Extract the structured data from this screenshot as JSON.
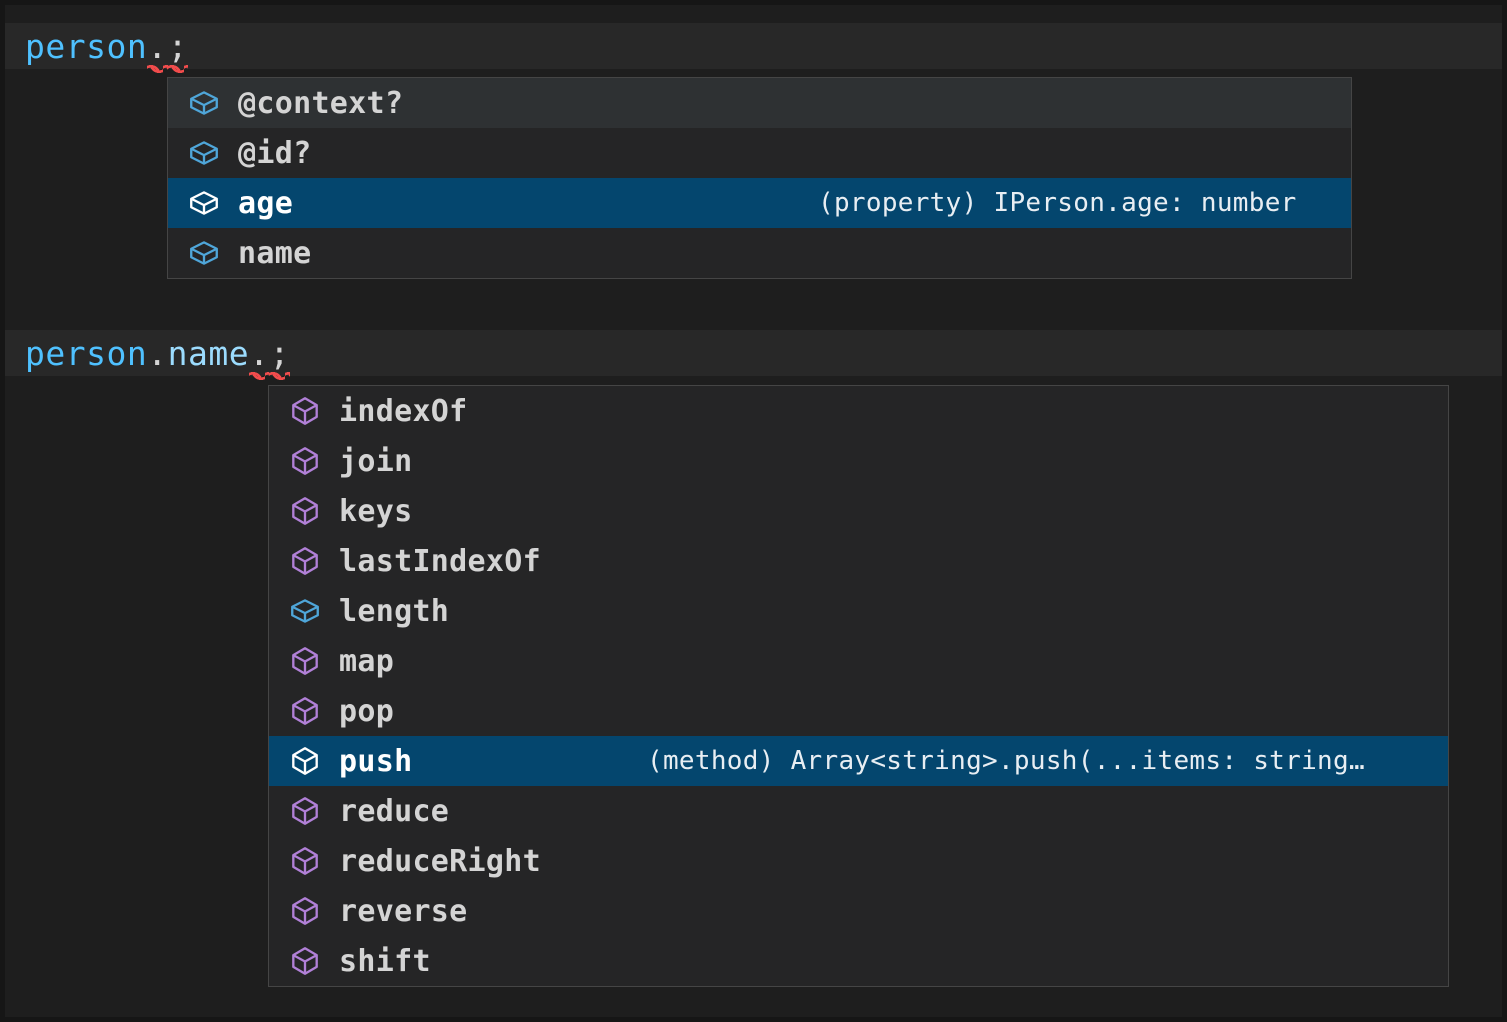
{
  "editor": {
    "theme_colors": {
      "background": "#1e1e1e",
      "current_line": "#282828",
      "widget_background": "#252526",
      "widget_border": "#454545",
      "selected_row": "#04466e",
      "hover_row": "#2e3133",
      "variable_blue": "#4fc1ff",
      "property_blue": "#9cdcfe",
      "punctuation": "#d4d4d4",
      "error_squiggle": "#f14c4c",
      "icon_property": "#4fa6d9",
      "icon_method": "#b180d7"
    },
    "lines": [
      {
        "id": "line-1",
        "tokens": [
          {
            "text": "person",
            "kind": "variable"
          },
          {
            "text": ".",
            "kind": "punctuation",
            "error": true
          },
          {
            "text": ";",
            "kind": "punctuation",
            "error": true
          }
        ]
      },
      {
        "id": "line-2",
        "tokens": [
          {
            "text": "person",
            "kind": "variable"
          },
          {
            "text": ".",
            "kind": "punctuation"
          },
          {
            "text": "name",
            "kind": "property"
          },
          {
            "text": ".",
            "kind": "punctuation",
            "error": true
          },
          {
            "text": ";",
            "kind": "punctuation",
            "error": true
          }
        ]
      }
    ]
  },
  "suggest_person": {
    "name": "suggest-widget-person",
    "items": [
      {
        "label": "@context?",
        "icon": "property-cube-icon",
        "icon_color": "#4fa6d9",
        "detail": "",
        "selected": false,
        "hovered": true
      },
      {
        "label": "@id?",
        "icon": "property-cube-icon",
        "icon_color": "#4fa6d9",
        "detail": "",
        "selected": false,
        "hovered": false
      },
      {
        "label": "age",
        "icon": "property-cube-icon",
        "icon_color": "#ffffff",
        "detail": "(property) IPerson.age: number",
        "selected": true,
        "hovered": false
      },
      {
        "label": "name",
        "icon": "property-cube-icon",
        "icon_color": "#4fa6d9",
        "detail": "",
        "selected": false,
        "hovered": false
      }
    ]
  },
  "suggest_name": {
    "name": "suggest-widget-name",
    "items": [
      {
        "label": "indexOf",
        "icon": "method-cube-icon",
        "icon_color": "#b180d7",
        "detail": "",
        "selected": false,
        "hovered": false
      },
      {
        "label": "join",
        "icon": "method-cube-icon",
        "icon_color": "#b180d7",
        "detail": "",
        "selected": false,
        "hovered": false
      },
      {
        "label": "keys",
        "icon": "method-cube-icon",
        "icon_color": "#b180d7",
        "detail": "",
        "selected": false,
        "hovered": false
      },
      {
        "label": "lastIndexOf",
        "icon": "method-cube-icon",
        "icon_color": "#b180d7",
        "detail": "",
        "selected": false,
        "hovered": false
      },
      {
        "label": "length",
        "icon": "property-cube-icon",
        "icon_color": "#4fa6d9",
        "detail": "",
        "selected": false,
        "hovered": false
      },
      {
        "label": "map",
        "icon": "method-cube-icon",
        "icon_color": "#b180d7",
        "detail": "",
        "selected": false,
        "hovered": false
      },
      {
        "label": "pop",
        "icon": "method-cube-icon",
        "icon_color": "#b180d7",
        "detail": "",
        "selected": false,
        "hovered": false
      },
      {
        "label": "push",
        "icon": "method-cube-icon",
        "icon_color": "#ffffff",
        "detail": "(method) Array<string>.push(...items: string…",
        "selected": true,
        "hovered": false
      },
      {
        "label": "reduce",
        "icon": "method-cube-icon",
        "icon_color": "#b180d7",
        "detail": "",
        "selected": false,
        "hovered": false
      },
      {
        "label": "reduceRight",
        "icon": "method-cube-icon",
        "icon_color": "#b180d7",
        "detail": "",
        "selected": false,
        "hovered": false
      },
      {
        "label": "reverse",
        "icon": "method-cube-icon",
        "icon_color": "#b180d7",
        "detail": "",
        "selected": false,
        "hovered": false
      },
      {
        "label": "shift",
        "icon": "method-cube-icon",
        "icon_color": "#b180d7",
        "detail": "",
        "selected": false,
        "hovered": false
      }
    ]
  }
}
